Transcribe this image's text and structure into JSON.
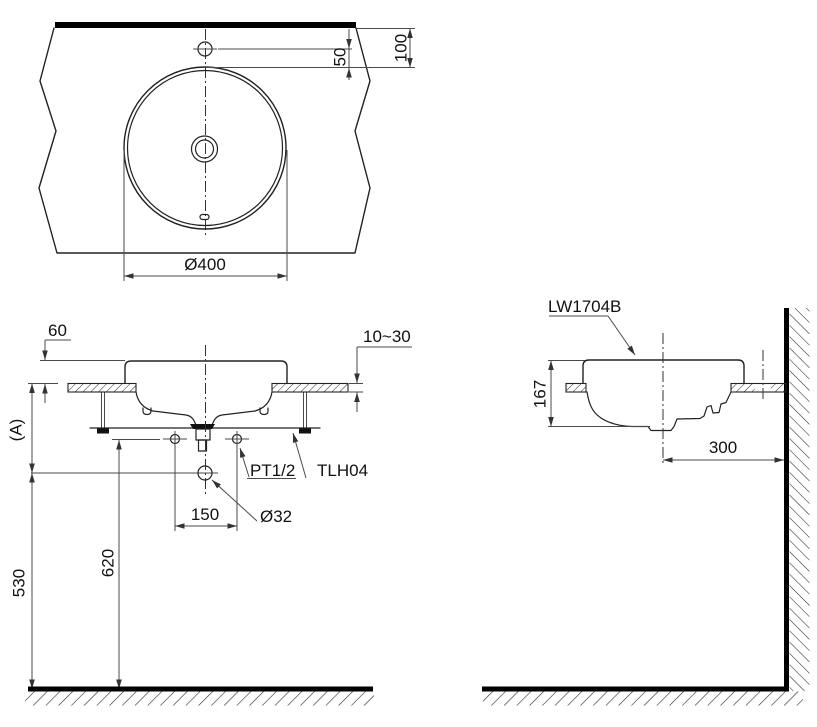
{
  "drawing": {
    "product_model": "LW1704B",
    "top_view": {
      "dim_faucet_to_rim": "50",
      "dim_wall_to_rim": "100",
      "dim_bowl_diameter": "Ø400"
    },
    "front_view": {
      "dim_rim_height": "60",
      "dim_counter_thickness": "10~30",
      "dim_counter_to_drain": "(A)",
      "dim_floor_to_drain": "530",
      "dim_floor_to_supply": "620",
      "dim_supply_spacing": "150",
      "dim_drain_hole": "Ø32",
      "label_supply_thread": "PT1/2",
      "label_fixing_bracket": "TLH04"
    },
    "side_view": {
      "label_model": "LW1704B",
      "dim_basin_height": "167",
      "dim_center_to_wall": "300"
    }
  }
}
